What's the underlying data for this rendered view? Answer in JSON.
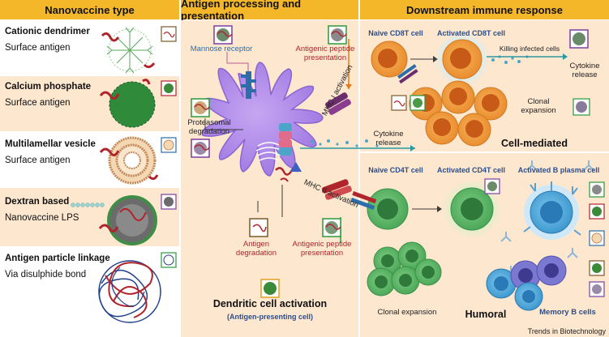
{
  "headers": {
    "nanovaccine": "Nanovaccine type",
    "antigen": "Antigen processing and presentation",
    "downstream": "Downstream immune response"
  },
  "nanovaccines": [
    {
      "title": "Cationic  dendrimer",
      "subtitle": "Surface antigen"
    },
    {
      "title": "Calcium phosphate",
      "subtitle": "Surface antigen"
    },
    {
      "title": "Multilamellar vesicle",
      "subtitle": "Surface antigen"
    },
    {
      "title": "Dextran based",
      "subtitle": "Nanovaccine LPS"
    },
    {
      "title": "Antigen particle linkage",
      "subtitle": "Via disulphide bond"
    }
  ],
  "antigen_panel": {
    "mannose_receptor": "Mannose receptor",
    "antigenic_peptide_presentation_top": "Antigenic peptide\npresentation",
    "proteasomal_degradation": "Proteasomal\ndegradation",
    "mhc1": "MHC I activation",
    "mhc2": "MHC II activation",
    "antigen_degradation": "Antigen\ndegradation",
    "antigenic_peptide_presentation_bottom": "Antigenic peptide\npresentation",
    "dc_activation": "Dendritic cell activation",
    "apc": "(Antigen-presenting cell)"
  },
  "downstream_panel": {
    "naive_cd8": "Naive CD8T cell",
    "activated_cd8": "Activated CD8T cell",
    "killing": "Killing infected cells",
    "cytokine_right": "Cytokine\nrelease",
    "clonal_expansion_top": "Clonal\nexpansion",
    "cytokine_left": "Cytokine\nrelease",
    "cell_mediated": "Cell-mediated",
    "naive_cd4": "Naive CD4T cell",
    "activated_cd4": "Activated CD4T cell",
    "activated_b": "Activated B plasma cell",
    "clonal_expansion_bottom": "Clonal expansion",
    "humoral": "Humoral",
    "memory_b": "Memory B cells"
  },
  "credit": "Trends in Biotechnology",
  "colors": {
    "header": "#f5b72a",
    "panel_bg": "#fde7cf",
    "dc_purple": "#a57ee6",
    "cd8_orange": "#f0963a",
    "cd4_green": "#5cb86a",
    "b_blue": "#49a6d8",
    "antigen_red": "#b0242c"
  }
}
